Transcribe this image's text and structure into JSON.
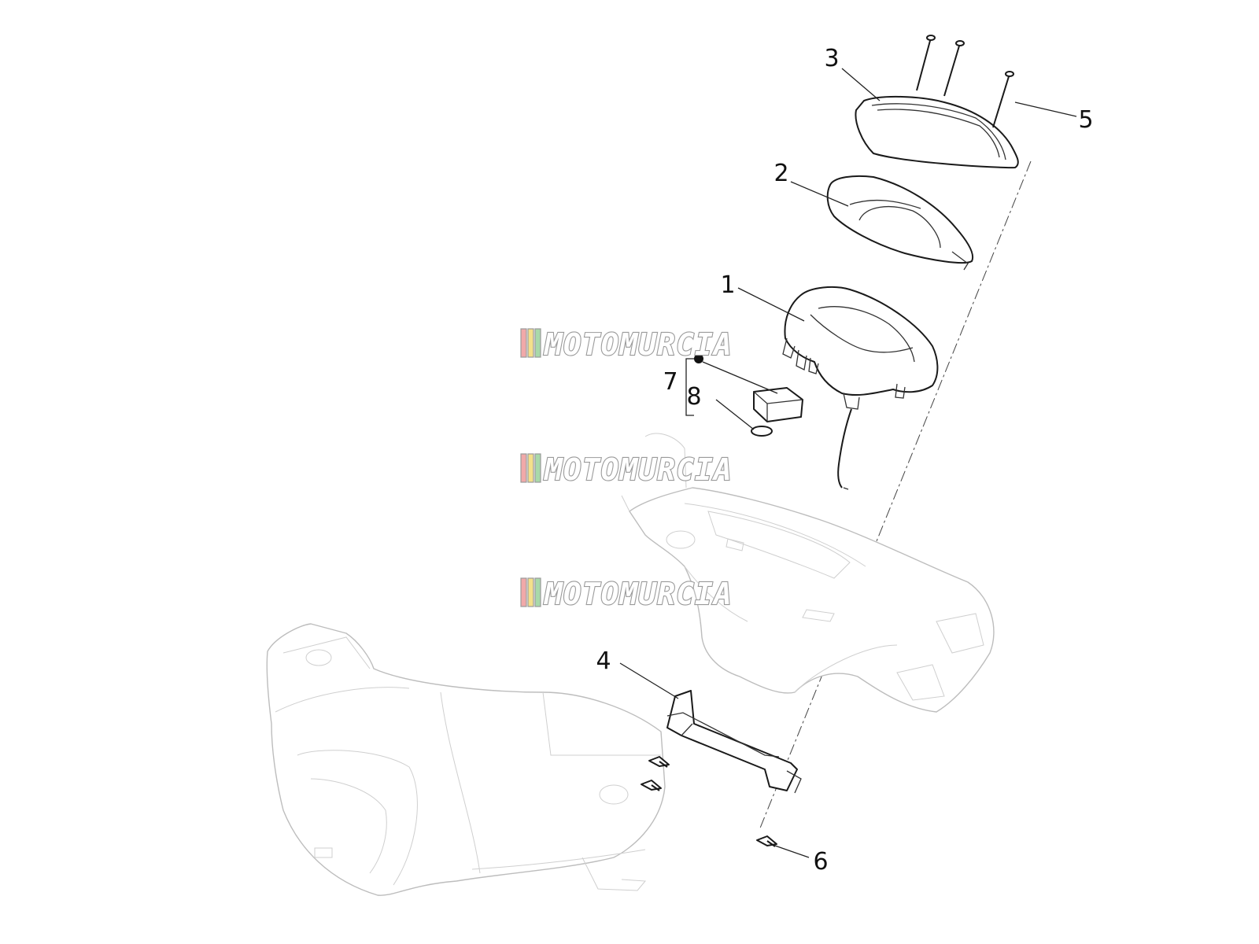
{
  "diagram": {
    "callouts": [
      {
        "id": "1",
        "label": "1",
        "part": "instrument cluster"
      },
      {
        "id": "2",
        "label": "2",
        "part": "cluster lens"
      },
      {
        "id": "3",
        "label": "3",
        "part": "cluster frame"
      },
      {
        "id": "4",
        "label": "4",
        "part": "mounting bracket"
      },
      {
        "id": "5",
        "label": "5",
        "part": "long screws"
      },
      {
        "id": "6",
        "label": "6",
        "part": "self-tapping screw"
      },
      {
        "id": "7",
        "label": "7",
        "part": "kit group"
      },
      {
        "id": "8",
        "label": "8",
        "part": "o-ring"
      }
    ]
  },
  "watermark": {
    "text": "MOTOMURCIA",
    "stripe_colors": [
      "#f1a9a9",
      "#f4e08a",
      "#a9d9a9"
    ],
    "outline_color": "#9a9a9a"
  },
  "colors": {
    "line_art_light": "#bdbdbd",
    "line_art_dark": "#1a1a1a",
    "label": "#111111"
  }
}
